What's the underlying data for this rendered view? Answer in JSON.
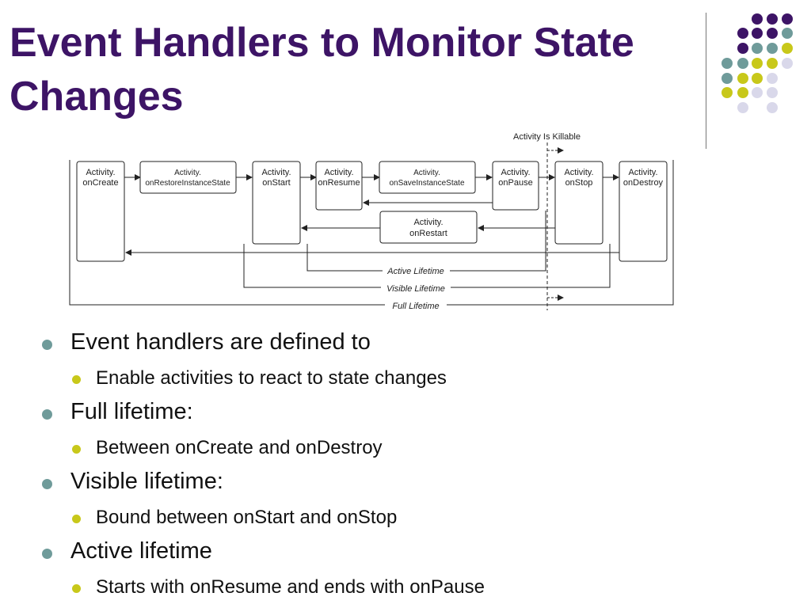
{
  "slide": {
    "title": "Event Handlers to Monitor State Changes",
    "palette": {
      "title": "#3d1466",
      "purple": "#3d1466",
      "teal": "#6f9b9a",
      "olive": "#c8c81a",
      "lavender": "#d9d8ea"
    }
  },
  "diagram": {
    "killable_label": "Activity Is Killable",
    "boxes": {
      "oncreate": [
        "Activity.",
        "onCreate"
      ],
      "onrestoreinstancestate": [
        "Activity.",
        "onRestoreInstanceState"
      ],
      "onstart": [
        "Activity.",
        "onStart"
      ],
      "onresume": [
        "Activity.",
        "onResume"
      ],
      "onsaveinstancestate": [
        "Activity.",
        "onSaveInstanceState"
      ],
      "onpause": [
        "Activity.",
        "onPause"
      ],
      "onstop": [
        "Activity.",
        "onStop"
      ],
      "ondestroy": [
        "Activity.",
        "onDestroy"
      ],
      "onrestart": [
        "Activity.",
        "onRestart"
      ]
    },
    "lifetimes": {
      "active": "Active Lifetime",
      "visible": "Visible Lifetime",
      "full": "Full Lifetime"
    }
  },
  "bullets": [
    {
      "text": "Event handlers are defined to",
      "sub": [
        "Enable activities to react to state changes"
      ]
    },
    {
      "text": "Full lifetime:",
      "sub": [
        "Between onCreate and onDestroy"
      ]
    },
    {
      "text": "Visible lifetime:",
      "sub": [
        "Bound between onStart and onStop"
      ]
    },
    {
      "text": "Active lifetime",
      "sub": [
        "Starts with onResume and ends with onPause"
      ]
    }
  ]
}
